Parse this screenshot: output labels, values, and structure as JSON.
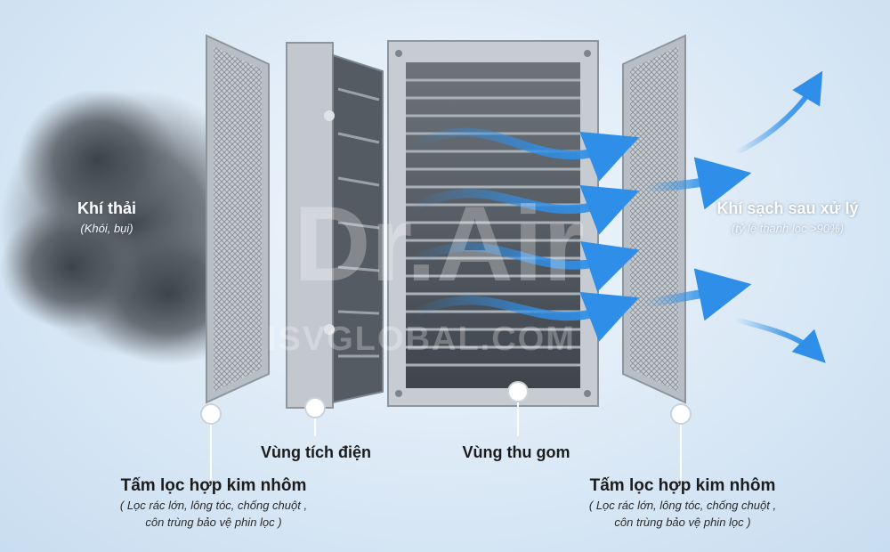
{
  "labels": {
    "exhaust_title": "Khí thải",
    "exhaust_sub": "(Khói, bụi)",
    "clean_title": "Khí sạch sau xử lý",
    "clean_sub": "(tỷ lệ thanh lọc >90%)",
    "charging_zone": "Vùng tích điện",
    "collection_zone": "Vùng thu gom",
    "filter_left_title": "Tấm lọc hợp kim nhôm",
    "filter_left_sub1": "( Lọc rác lớn, lông tóc, chống chuột ,",
    "filter_left_sub2": "côn trùng bảo vệ phin lọc )",
    "filter_right_title": "Tấm lọc hợp kim nhôm",
    "filter_right_sub1": "( Lọc rác lớn, lông tóc, chống chuột ,",
    "filter_right_sub2": "côn trùng bảo vệ phin lọc )"
  },
  "watermark": {
    "brand": "Dr.Air",
    "site": "ISVGLOBAL.COM"
  },
  "colors": {
    "arrow": "#2f8fe8",
    "background": "#d6e6f4",
    "frame": "#b9bfc6",
    "smoke": "#3d434a"
  }
}
